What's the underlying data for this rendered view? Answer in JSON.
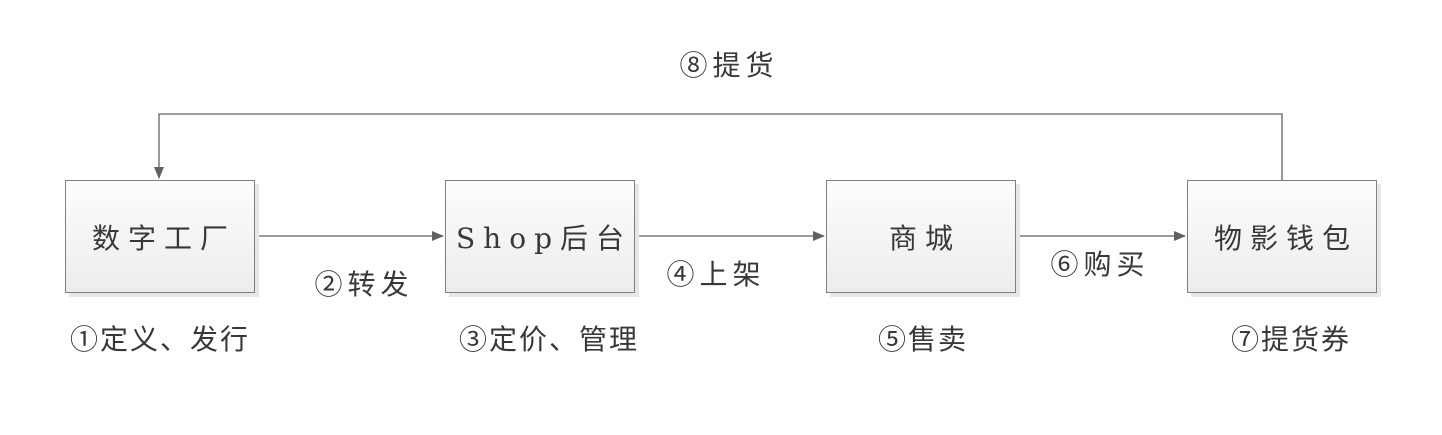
{
  "diagram": {
    "nodes": [
      {
        "name": "digital-factory",
        "label": "数字工厂",
        "step_label": "①定义、发行"
      },
      {
        "name": "shop-backend",
        "label": "Shop后台",
        "step_label": "③定价、管理"
      },
      {
        "name": "mall",
        "label": "商城",
        "step_label": "⑤售卖"
      },
      {
        "name": "wuying-wallet",
        "label": "物影钱包",
        "step_label": "⑦提货券"
      }
    ],
    "edges": [
      {
        "label": "②转发",
        "from": "数字工厂",
        "to": "Shop后台"
      },
      {
        "label": "④上架",
        "from": "Shop后台",
        "to": "商城"
      },
      {
        "label": "⑥购买",
        "from": "商城",
        "to": "物影钱包"
      },
      {
        "label": "⑧提货",
        "from": "物影钱包",
        "to": "数字工厂"
      }
    ],
    "colors": {
      "line": "#616161",
      "box_border": "#7f7f7f",
      "box_fill_top": "#fdfdfd",
      "box_fill_bottom": "#ececec",
      "shadow": "#e7e7e7",
      "text": "#383838"
    }
  }
}
